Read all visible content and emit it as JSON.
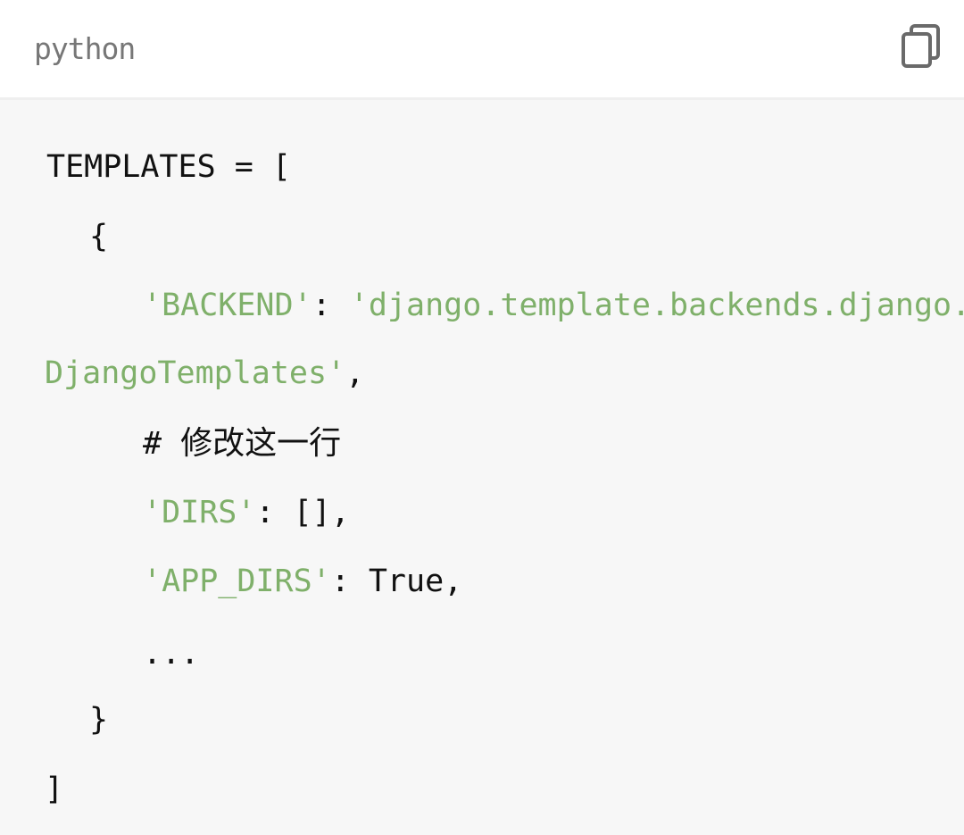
{
  "header": {
    "language": "python",
    "copy_icon": "copy-icon"
  },
  "code": {
    "templates_decl": "TEMPLATES = [",
    "open_brace": "{",
    "backend_key": "'BACKEND'",
    "backend_sep": ": ",
    "backend_value_part1": "'django.template.backends.django.",
    "backend_value_part2": "DjangoTemplates'",
    "backend_comma": ",",
    "comment_hash": "# ",
    "comment_text": "修改这一行",
    "dirs_key": "'DIRS'",
    "dirs_rest": ": [],",
    "app_dirs_key": "'APP_DIRS'",
    "app_dirs_rest": ": True,",
    "ellipsis": "...",
    "close_brace": "}",
    "close_bracket": "]"
  },
  "colors": {
    "string": "#7fb06a",
    "text": "#111111",
    "label": "#777777",
    "background": "#f7f7f7",
    "header_background": "#ffffff"
  }
}
